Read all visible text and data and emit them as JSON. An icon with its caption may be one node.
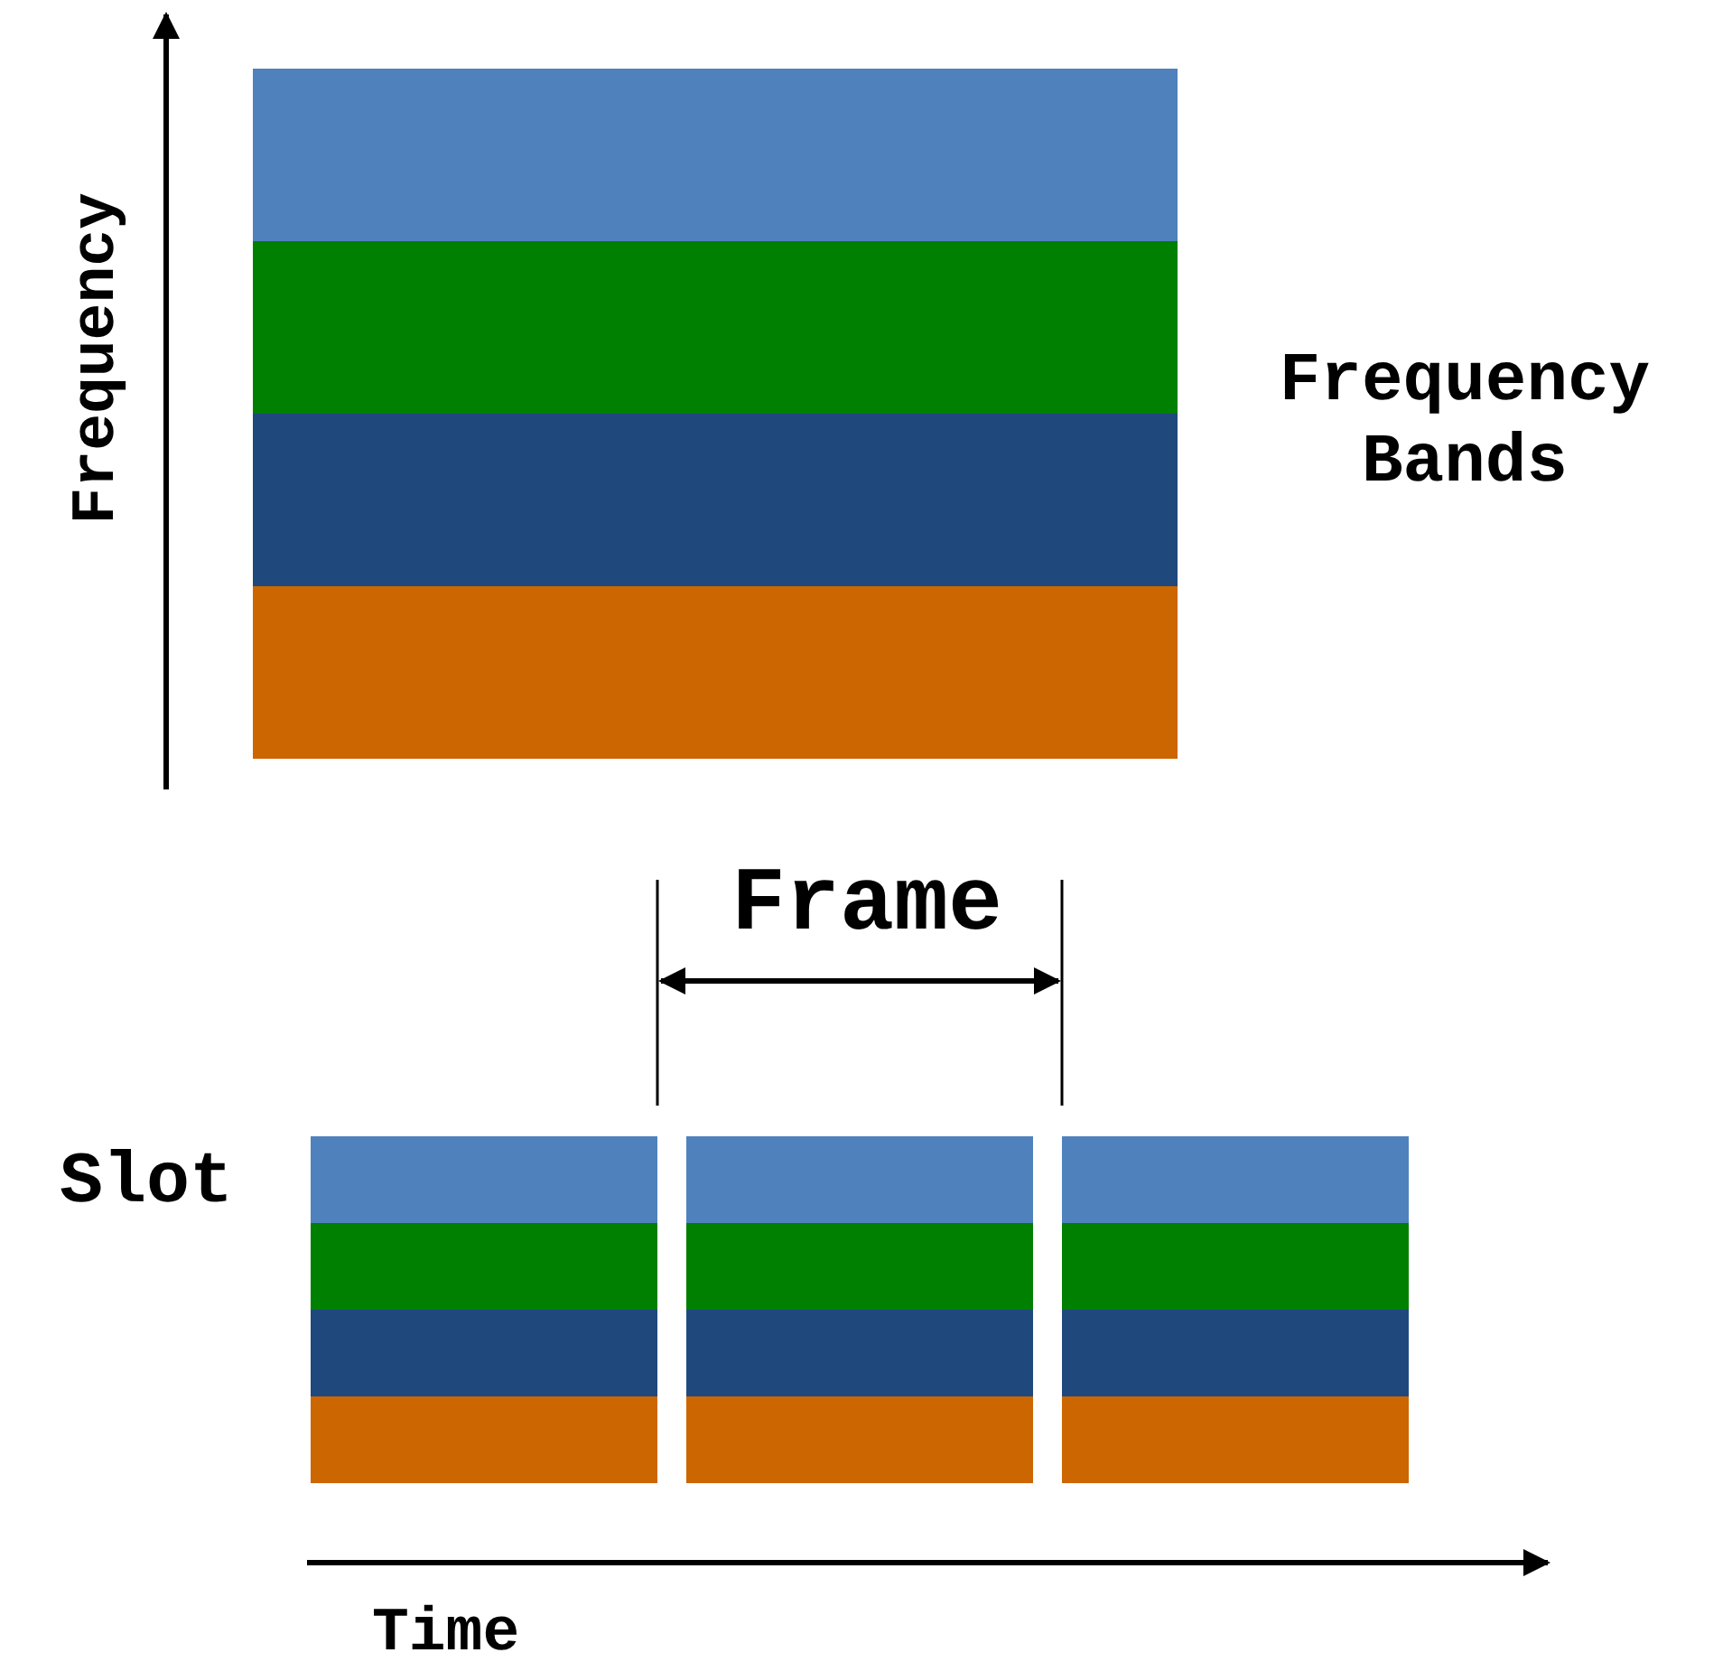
{
  "diagram": {
    "labels": [
      "Frequency",
      "Frequency Bands",
      "Frame",
      "Slot",
      "Time"
    ]
  }
}
